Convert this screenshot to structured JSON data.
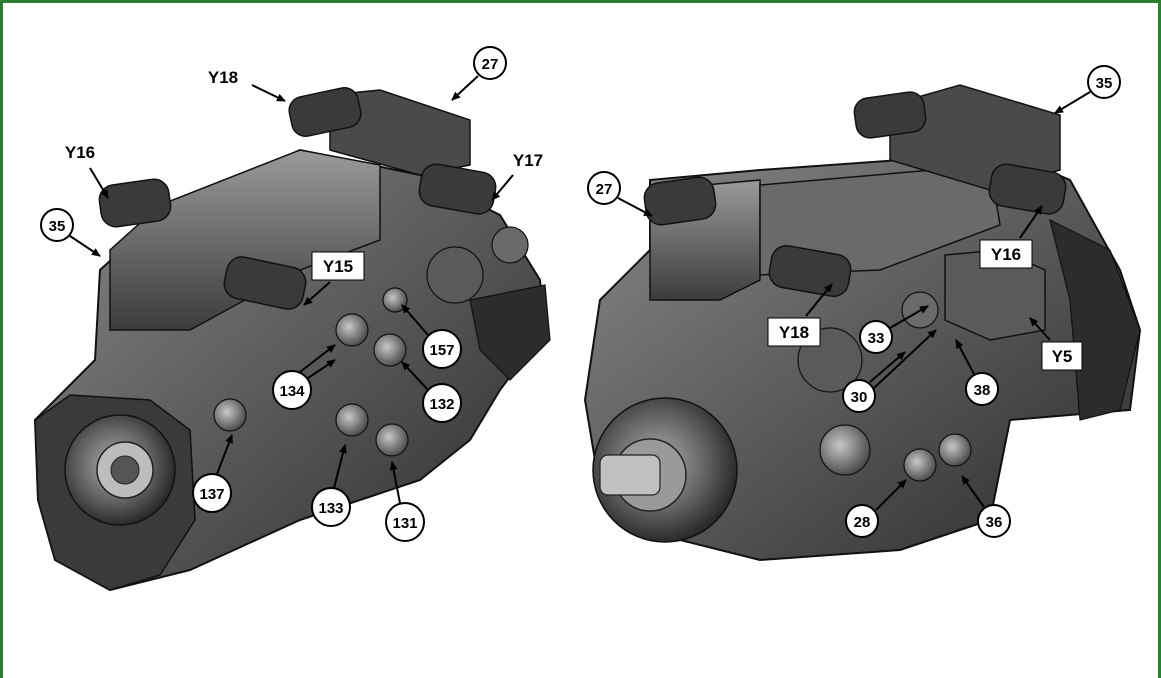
{
  "figure": {
    "border_color": "#2e7d32",
    "left_pump_callouts": {
      "y18": "Y18",
      "c27": "27",
      "y16": "Y16",
      "y17": "Y17",
      "c35": "35",
      "y15": "Y15",
      "c157": "157",
      "c134": "134",
      "c132": "132",
      "c137": "137",
      "c133": "133",
      "c131": "131"
    },
    "right_pump_callouts": {
      "c35": "35",
      "c27": "27",
      "y16": "Y16",
      "y18": "Y18",
      "c33": "33",
      "y5": "Y5",
      "c30": "30",
      "c38": "38",
      "c28": "28",
      "c36": "36"
    }
  }
}
